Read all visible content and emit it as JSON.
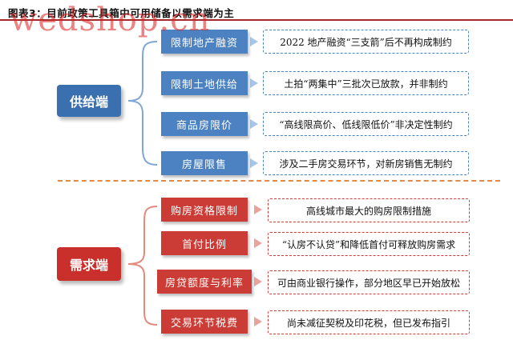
{
  "header": {
    "title": "图表3：目前政策工具箱中可用储备以需求端为主"
  },
  "watermark": "wedshop.cn",
  "supply": {
    "label": "供给端",
    "color": "#3a6fb0",
    "items": [
      {
        "category": "限制地产融资",
        "description": "2022 地产融资“三支箭”后不再构成制约"
      },
      {
        "category": "限制土地供给",
        "description": "土拍“两集中”三批次已放款，并非制约"
      },
      {
        "category": "商品房限价",
        "description": "“高线限高价、低线限低价”非决定性制约"
      },
      {
        "category": "房屋限售",
        "description": "涉及二手房交易环节，对新房销售无制约"
      }
    ]
  },
  "demand": {
    "label": "需求端",
    "color": "#c9302c",
    "items": [
      {
        "category": "购房资格限制",
        "description": "高线城市最大的购房限制措施"
      },
      {
        "category": "首付比例",
        "description": "“认房不认贷”和降低首付可释放购房需求"
      },
      {
        "category": "房贷额度与利率",
        "description": "可由商业银行操作，部分地区早已开始放松"
      },
      {
        "category": "交易环节税费",
        "description": "尚未减征契税及印花税，但已发布指引"
      }
    ]
  }
}
